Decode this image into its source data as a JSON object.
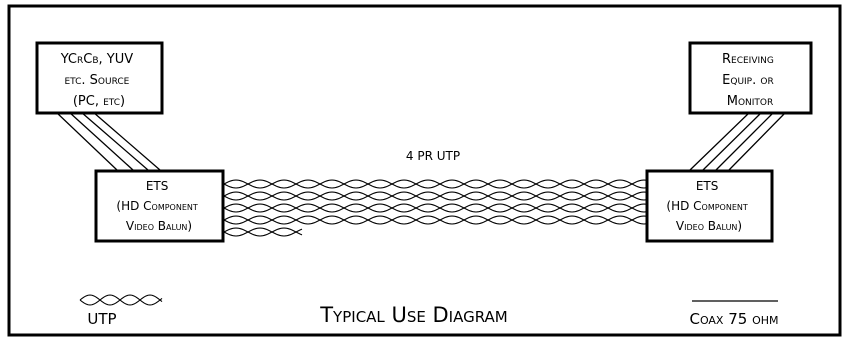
{
  "source_box": {
    "lines": [
      "YCrCb, YUV",
      "etc. Source",
      "(PC, etc)"
    ]
  },
  "receiver_box": {
    "lines": [
      "Receiving",
      "Equip. or",
      "Monitor"
    ]
  },
  "left_balun": {
    "lines": [
      "ETS",
      "(HD Component",
      "Video Balun)"
    ]
  },
  "right_balun": {
    "lines": [
      "ETS",
      "(HD Component",
      "Video Balun)"
    ]
  },
  "cable_label": "4 PR UTP",
  "title": "Typical Use Diagram",
  "legend": {
    "utp_label": "UTP",
    "coax_label": "Coax 75 ohm"
  },
  "colors": {
    "line": "#000000",
    "background": "#ffffff"
  }
}
